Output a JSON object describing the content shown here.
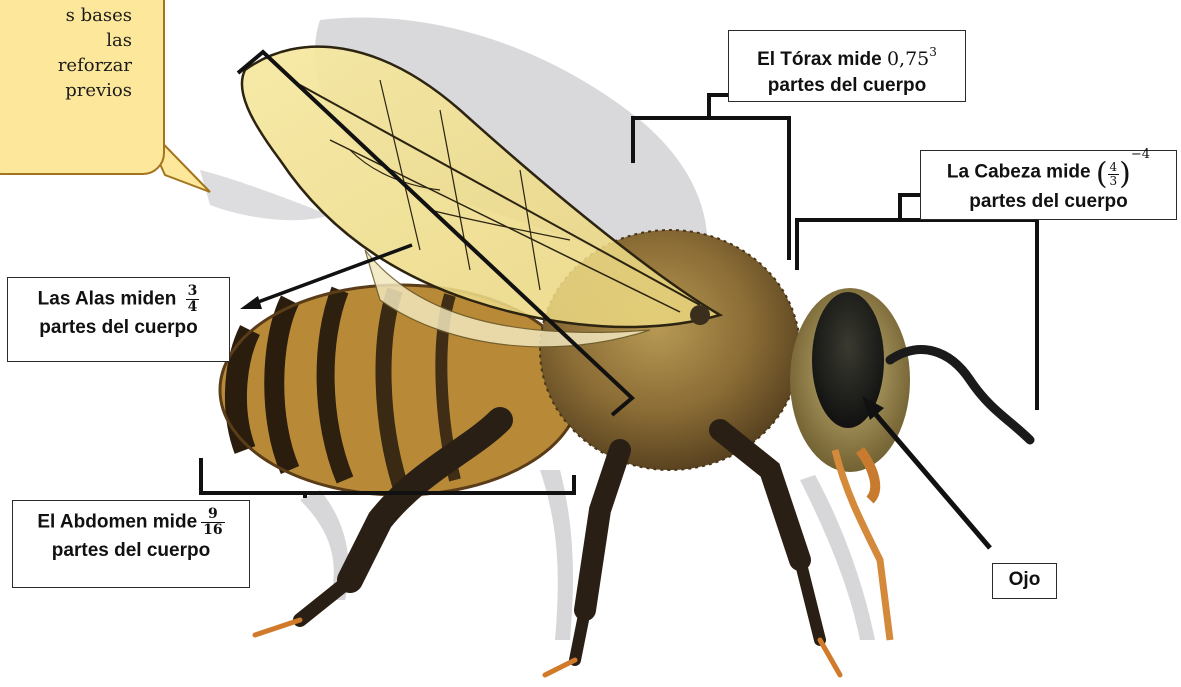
{
  "callout": {
    "lines": "nas de\ns bases\nlas\nreforzar\nprevios"
  },
  "labels": {
    "thorax": {
      "line1_text": "El Tórax mide ",
      "line1_math_base": "0,75",
      "line1_math_exp": "3",
      "line2": "partes del cuerpo"
    },
    "head": {
      "line1_text": "La Cabeza mide ",
      "frac_num": "4",
      "frac_den": "3",
      "exp": "−4",
      "line2": "partes del cuerpo"
    },
    "wings": {
      "line1_text": "Las Alas miden ",
      "frac_num": "3",
      "frac_den": "4",
      "line2": "partes del cuerpo"
    },
    "abdomen": {
      "line1_text": "El Abdomen mide",
      "frac_num": "9",
      "frac_den": "16",
      "line2": "partes del cuerpo"
    },
    "eye": "Ojo"
  },
  "colors": {
    "callout_fill": "#fce79a",
    "callout_border": "#a3741c",
    "bracket": "#111111"
  }
}
